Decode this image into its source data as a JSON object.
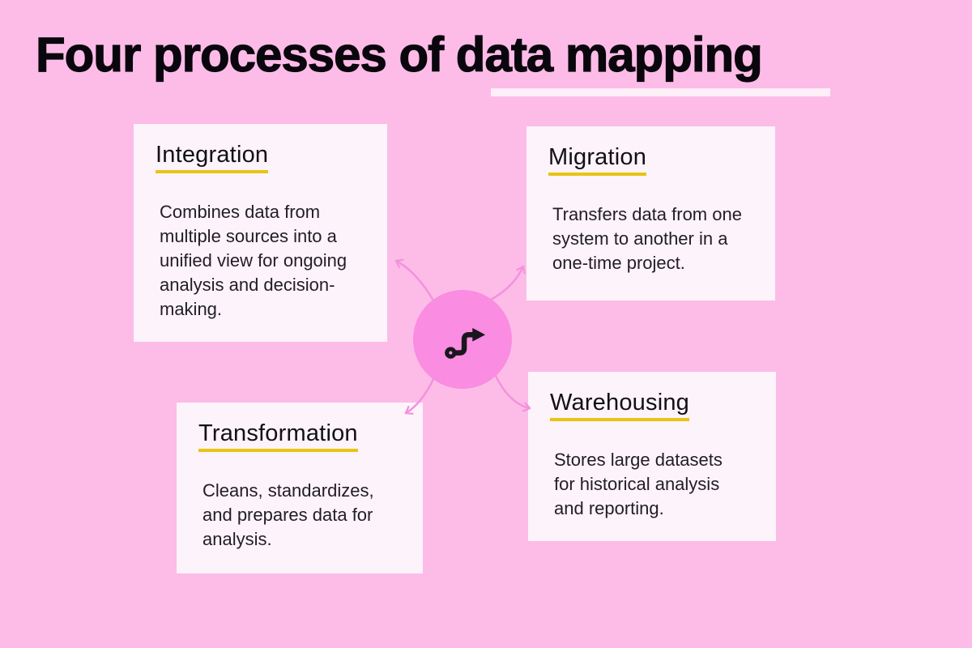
{
  "page": {
    "title": "Four processes of data mapping"
  },
  "colors": {
    "background": "#fcbce7",
    "card_background": "#fdf3fa",
    "center_circle": "#fa8ce1",
    "connector_arrow": "#f491dc",
    "heading_underline": "#e8c414",
    "title_underline_bar": "#fdeef7",
    "title_text": "#0a060d",
    "body_text": "#211d27"
  },
  "center": {
    "icon": "route-arrow-icon"
  },
  "cards": [
    {
      "id": "integration",
      "heading": "Integration",
      "body": "Combines data from\nmultiple sources into a\nunified view for ongoing\nanalysis and decision-\nmaking."
    },
    {
      "id": "migration",
      "heading": "Migration",
      "body": "Transfers data from one\nsystem to another in a\none-time project."
    },
    {
      "id": "transformation",
      "heading": "Transformation",
      "body": "Cleans, standardizes,\nand prepares data for\nanalysis."
    },
    {
      "id": "warehousing",
      "heading": "Warehousing",
      "body": "Stores large datasets\nfor historical analysis\nand reporting."
    }
  ]
}
